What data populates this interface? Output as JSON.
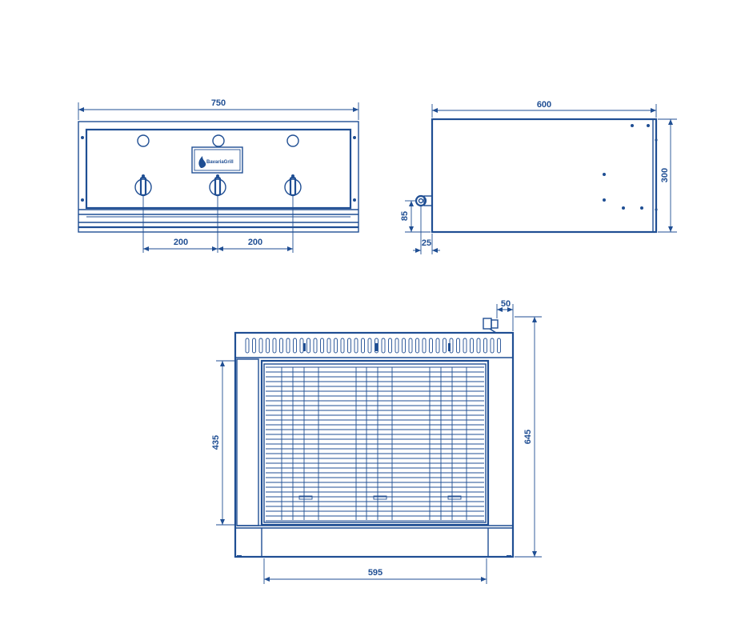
{
  "dimensions": {
    "front_width": "750",
    "knob_spacing_left": "200",
    "knob_spacing_right": "200",
    "side_depth": "600",
    "side_height": "300",
    "connector_height": "85",
    "connector_offset": "25",
    "top_connector": "50",
    "top_grill_depth": "435",
    "top_total_depth": "645",
    "top_grill_width": "595"
  },
  "logo": {
    "text": "BavariaGrill"
  },
  "colors": {
    "line": "#1f4e93",
    "background": "#ffffff"
  }
}
